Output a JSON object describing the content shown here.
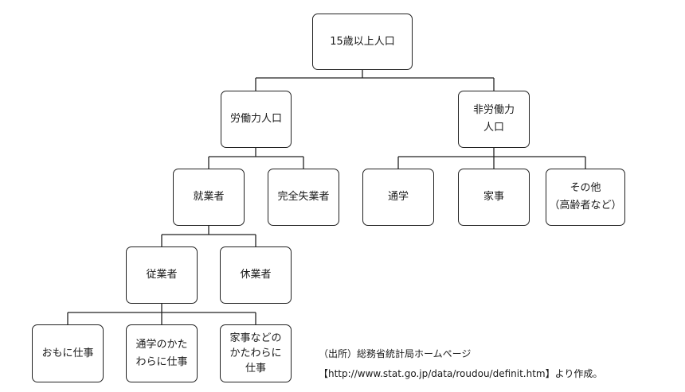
{
  "nodes": {
    "pop15": "15歳以上人口",
    "labor": "労働力人口",
    "nonlabor": "非労働力\n人口",
    "employed": "就業者",
    "unemployed": "完全失業者",
    "school": "通学",
    "housework": "家事",
    "other": "その他\n（高齢者など）",
    "working": "従業者",
    "absent": "休業者",
    "mainly_work": "おもに仕事",
    "school_side": "通学のかた\nわらに仕事",
    "housework_side": "家事などの\nかたわらに\n仕事"
  },
  "source": {
    "line1": "（出所）総務省統計局ホームページ",
    "line2": "【http://www.stat.go.jp/data/roudou/definit.htm】より作成。"
  }
}
